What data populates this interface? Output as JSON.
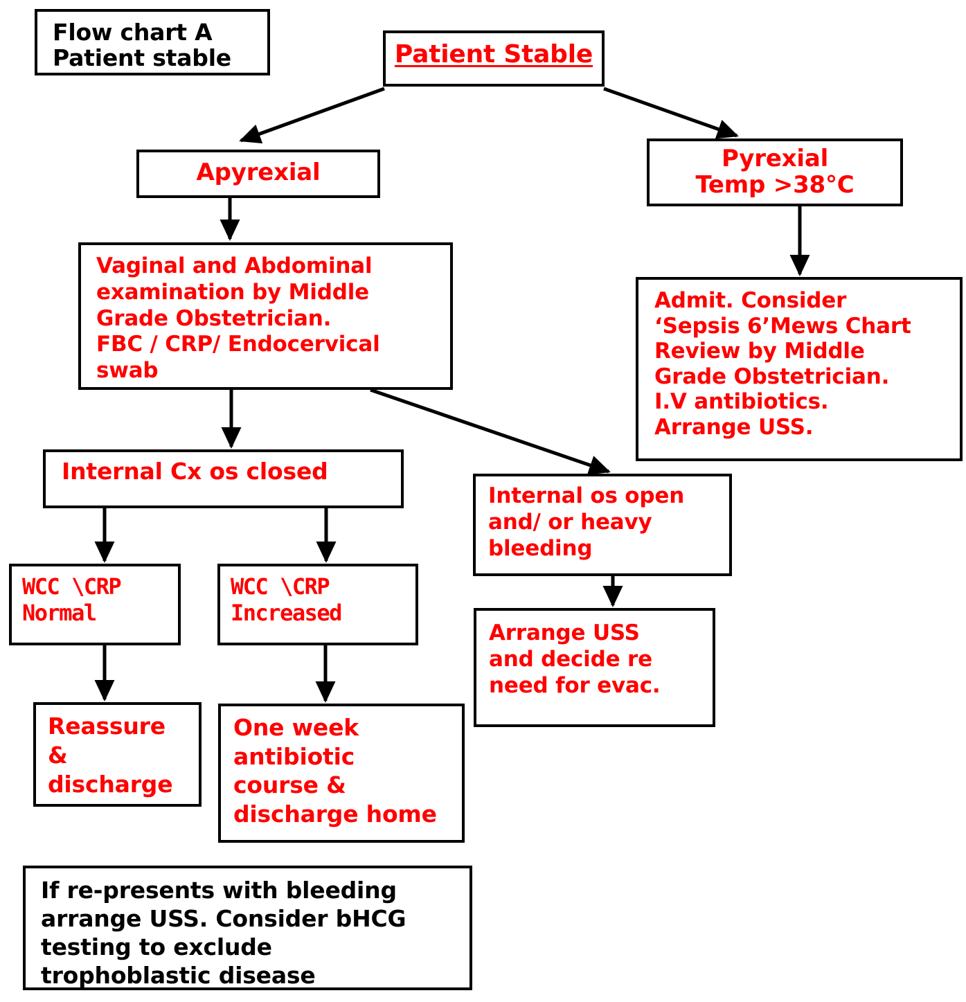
{
  "chart_data": {
    "type": "diagram",
    "title": "Flow chart A - Patient stable",
    "nodes": [
      {
        "id": "legend",
        "label": "Flow chart A\nPatient stable",
        "color": "#000000"
      },
      {
        "id": "root",
        "label": "Patient Stable",
        "color": "#ff0000",
        "underline": true
      },
      {
        "id": "apyrexial",
        "label": "Apyrexial",
        "color": "#ff0000"
      },
      {
        "id": "pyrexial",
        "label": "Pyrexial\nTemp >38°C",
        "color": "#ff0000"
      },
      {
        "id": "exam",
        "label": "Vaginal and Abdominal\nexamination  by  Middle\nGrade Obstetrician.\nFBC / CRP/ Endocervical\nswab",
        "color": "#ff0000"
      },
      {
        "id": "admit",
        "label": "Admit. Consider\n‘Sepsis 6’Mews Chart\nReview by Middle\nGrade Obstetrician.\nI.V antibiotics.\nArrange USS.",
        "color": "#ff0000"
      },
      {
        "id": "closed",
        "label": "Internal Cx os closed",
        "color": "#ff0000"
      },
      {
        "id": "osopen",
        "label": "Internal os open\nand/ or  heavy\nbleeding",
        "color": "#ff0000"
      },
      {
        "id": "wccnormal",
        "label": "WCC \\CRP\nNormal",
        "color": "#ff0000"
      },
      {
        "id": "wccinc",
        "label": "WCC \\CRP\nIncreased",
        "color": "#ff0000"
      },
      {
        "id": "uss",
        "label": "Arrange USS\nand decide re\nneed for evac.",
        "color": "#ff0000"
      },
      {
        "id": "reassure",
        "label": "Reassure\n&\ndischarge",
        "color": "#ff0000"
      },
      {
        "id": "antibiotic",
        "label": "One week\nantibiotic\ncourse &\ndischarge home",
        "color": "#ff0000"
      },
      {
        "id": "represent",
        "label": "If re-presents with bleeding\narrange USS. Consider bHCG\ntesting to exclude\ntrophoblastic disease",
        "color": "#000000"
      }
    ],
    "edges": [
      {
        "from": "root",
        "to": "apyrexial",
        "style": "diagonal-arrow"
      },
      {
        "from": "root",
        "to": "pyrexial",
        "style": "diagonal-arrow"
      },
      {
        "from": "apyrexial",
        "to": "exam",
        "style": "vertical-arrow"
      },
      {
        "from": "pyrexial",
        "to": "admit",
        "style": "vertical-arrow"
      },
      {
        "from": "exam",
        "to": "closed",
        "style": "vertical-arrow"
      },
      {
        "from": "exam",
        "to": "osopen",
        "style": "diagonal-arrow"
      },
      {
        "from": "closed",
        "to": "wccnormal",
        "style": "vertical-arrow"
      },
      {
        "from": "closed",
        "to": "wccinc",
        "style": "vertical-arrow"
      },
      {
        "from": "wccnormal",
        "to": "reassure",
        "style": "vertical-arrow"
      },
      {
        "from": "wccinc",
        "to": "antibiotic",
        "style": "vertical-arrow"
      },
      {
        "from": "osopen",
        "to": "uss",
        "style": "vertical-arrow"
      }
    ],
    "edge_color": "#000000",
    "box_border_color": "#000000",
    "background": "#ffffff"
  },
  "legend": {
    "title": "Flow chart A",
    "subtitle": "Patient stable",
    "text": "Flow chart A\nPatient stable"
  },
  "nodes": {
    "root": "Patient Stable",
    "apyrexial": "Apyrexial",
    "pyrexial": "Pyrexial\nTemp >38°C",
    "exam": "Vaginal and Abdominal\nexamination  by  Middle\nGrade Obstetrician.\nFBC / CRP/ Endocervical\nswab",
    "admit": "Admit. Consider\n‘Sepsis 6’Mews Chart\nReview by Middle\nGrade Obstetrician.\nI.V antibiotics.\nArrange USS.",
    "closed": "Internal Cx os closed",
    "osopen": "Internal os open\nand/ or  heavy\nbleeding",
    "wccnormal": "WCC \\CRP\nNormal",
    "wccinc": "WCC \\CRP\nIncreased",
    "uss": "Arrange USS\nand decide re\nneed for evac.",
    "reassure": "Reassure\n&\ndischarge",
    "antibiotic": "One week\nantibiotic\ncourse &\ndischarge home",
    "represent": "If re-presents with bleeding\narrange USS. Consider bHCG\ntesting to exclude\ntrophoblastic disease"
  },
  "colors": {
    "text_red": "#ff0000",
    "text_black": "#000000",
    "border": "#000000",
    "background": "#ffffff"
  }
}
